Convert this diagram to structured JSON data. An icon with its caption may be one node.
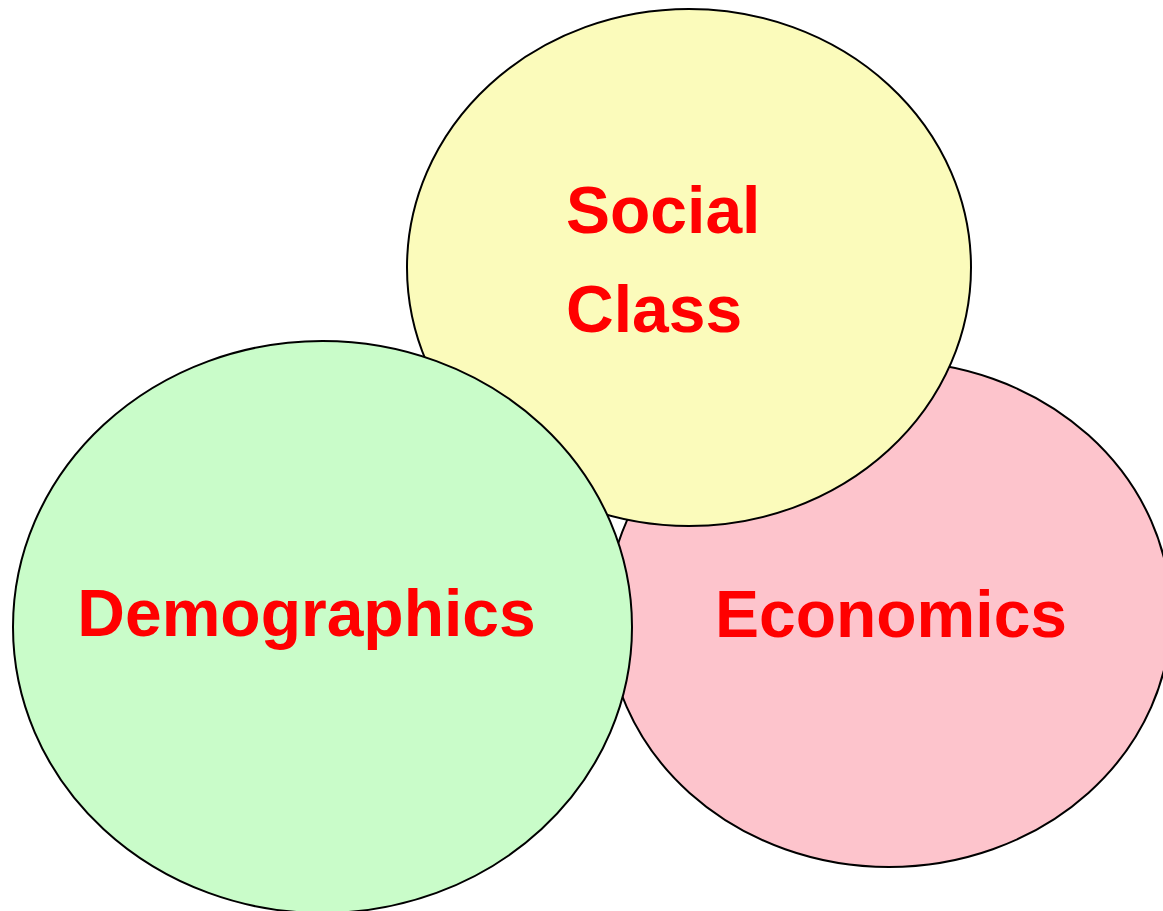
{
  "diagram": {
    "nodes": [
      {
        "text": [
          "Social Class"
        ]
      },
      {
        "text": [
          "Demographics"
        ]
      },
      {
        "text": [
          "Economics"
        ]
      }
    ]
  }
}
